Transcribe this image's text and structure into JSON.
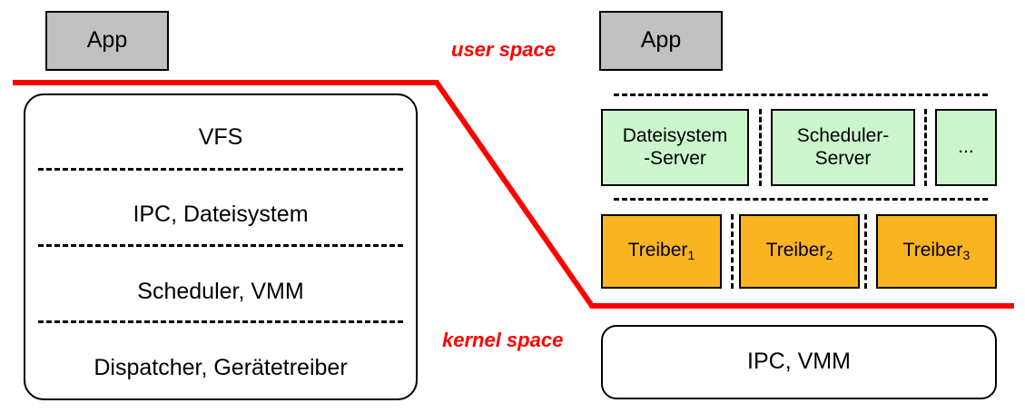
{
  "diagram": {
    "type": "architecture-comparison",
    "description": "Monolithic kernel versus microkernel architecture (German labels)",
    "colors": {
      "app_fill": "#c0c0c0",
      "server_fill": "#ccf5cc",
      "driver_fill": "#f9b420",
      "boundary_line": "#ff0000",
      "box_stroke": "#000000",
      "plain_fill": "#ffffff"
    }
  },
  "boundary": {
    "user_space_label": "user space",
    "kernel_space_label": "kernel space"
  },
  "monolithic": {
    "app_label": "App",
    "sections": [
      {
        "label": "VFS"
      },
      {
        "label": "IPC, Dateisystem"
      },
      {
        "label": "Scheduler, VMM"
      },
      {
        "label": "Dispatcher, Gerätetreiber"
      }
    ]
  },
  "microkernel": {
    "app_label": "App",
    "servers": [
      {
        "line1": "Dateisystem",
        "line2": "-Server"
      },
      {
        "line1": "Scheduler-",
        "line2": "Server"
      },
      {
        "line1": "...",
        "line2": ""
      }
    ],
    "drivers": [
      {
        "name": "Treiber",
        "index": "1"
      },
      {
        "name": "Treiber",
        "index": "2"
      },
      {
        "name": "Treiber",
        "index": "3"
      }
    ],
    "base_label": "IPC, VMM"
  }
}
